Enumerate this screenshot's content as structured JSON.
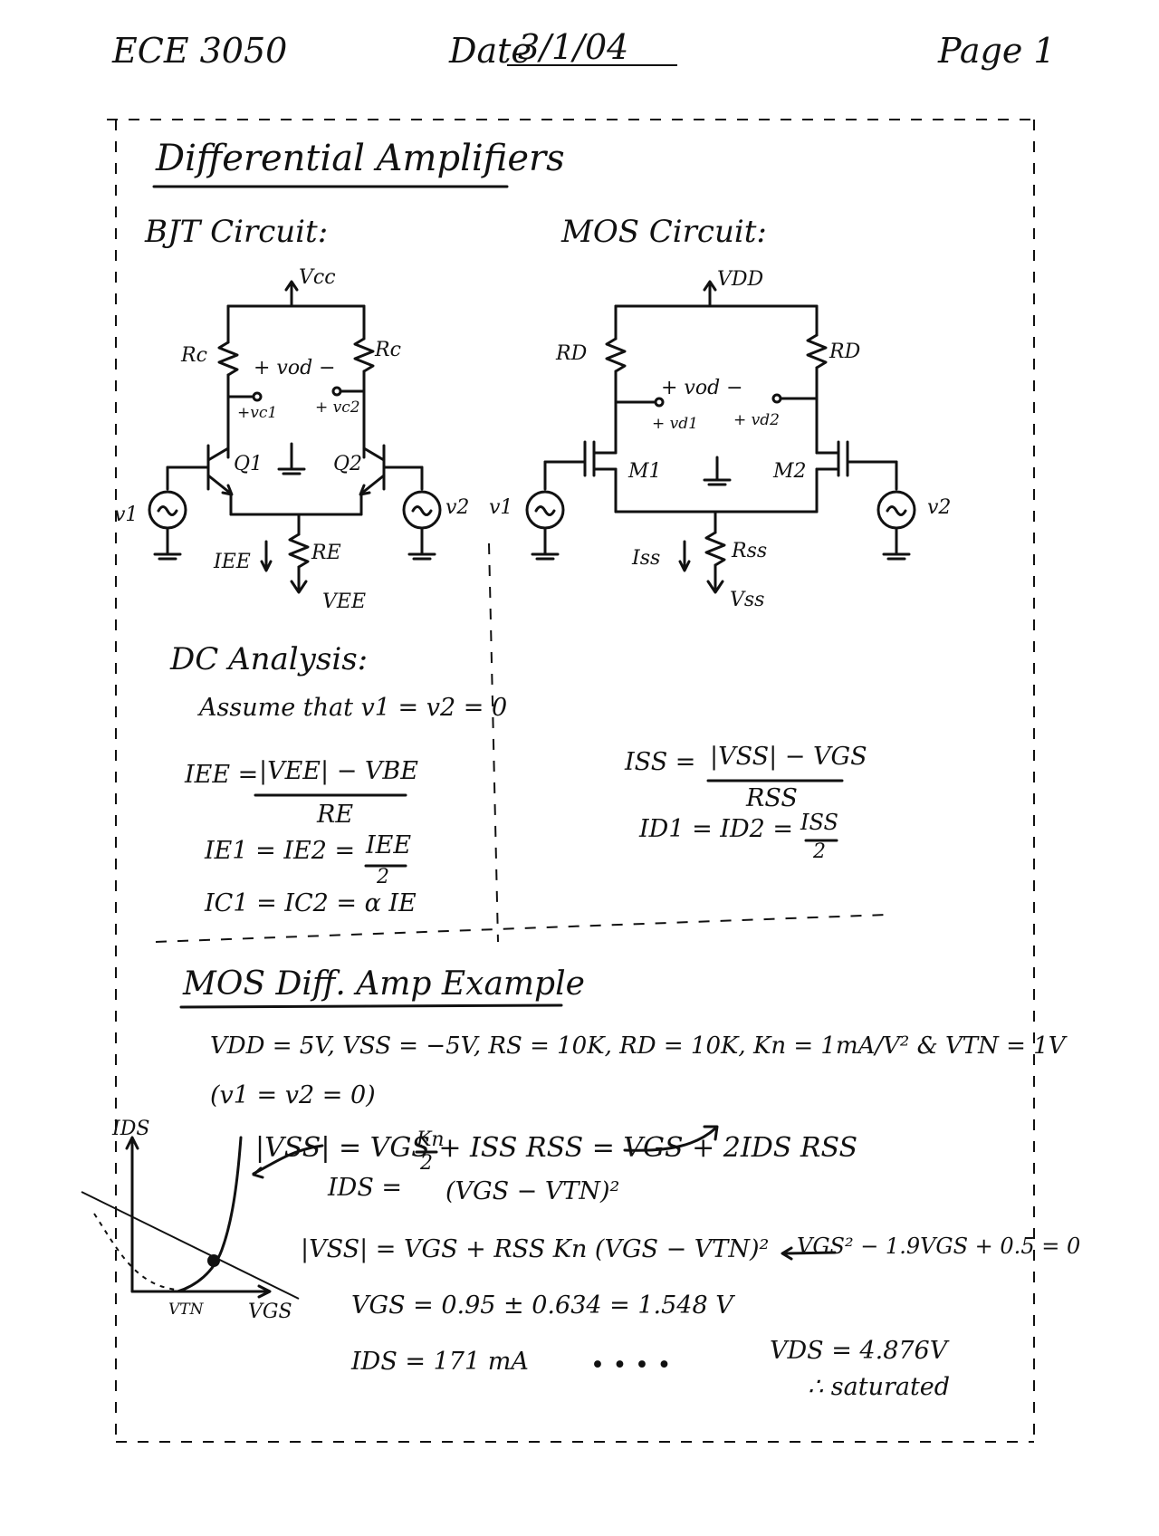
{
  "header": {
    "course": "ECE 3050",
    "date_label": "Date",
    "date": "3/1/04",
    "page": "Page 1"
  },
  "title": "Differential Amplifiers",
  "bjt": {
    "title": "BJT Circuit:",
    "vcc": "Vcc",
    "rc_left": "Rc",
    "rc_right": "Rc",
    "vod": "+ vod −",
    "vc1": "+vc1",
    "vc2": "+ vc2",
    "q1": "Q1",
    "q2": "Q2",
    "v1": "v1",
    "v2": "v2",
    "iee": "IEE",
    "re": "RE",
    "vee": "VEE"
  },
  "mos": {
    "title": "MOS Circuit:",
    "vdd": "VDD",
    "rd_left": "RD",
    "rd_right": "RD",
    "vod": "+ vod −",
    "vd1": "+ vd1",
    "vd2": "+ vd2",
    "m1": "M1",
    "m2": "M2",
    "v1": "v1",
    "v2": "v2",
    "iss": "Iss",
    "rss": "Rss",
    "vss": "Vss"
  },
  "dc": {
    "title": "DC Analysis:",
    "assume": "Assume that v1 = v2 = 0",
    "iee_lhs": "IEE =",
    "iee_num": "|VEE| − VBE",
    "iee_den": "RE",
    "ie_eq": "IE1 = IE2 =",
    "ie_num": "IEE",
    "ie_den": "2",
    "ic_eq": "IC1 = IC2 = α IE",
    "iss_lhs": "ISS =",
    "iss_num": "|VSS| − VGS",
    "iss_den": "RSS",
    "id_eq": "ID1 = ID2 =",
    "id_num": "ISS",
    "id_den": "2"
  },
  "example": {
    "title": "MOS Diff. Amp Example",
    "params": "VDD = 5V,  VSS = −5V,  RS = 10K,  RD = 10K,  Kn = 1mA/V² & VTN = 1V",
    "cond": "(v1 = v2 = 0)",
    "eq1": "|VSS| = VGS + ISS RSS  =  VGS + 2IDS RSS",
    "eq2_lhs": "IDS =",
    "eq2_frac_num": "Kn",
    "eq2_frac_den": "2",
    "eq2_rhs": "(VGS − VTN)²",
    "eq3": "|VSS| = VGS + RSS Kn (VGS − VTN)²",
    "eq4": "VGS² − 1.9VGS + 0.5 = 0",
    "eq5": "VGS = 0.95 ± 0.634  = 1.548 V",
    "eq6": "IDS = 171 mA",
    "dots": "• • • •",
    "vds": "VDS = 4.876V",
    "sat": "∴ saturated",
    "graph_y": "IDS",
    "graph_x": "VGS",
    "graph_vtn": "VTN"
  }
}
